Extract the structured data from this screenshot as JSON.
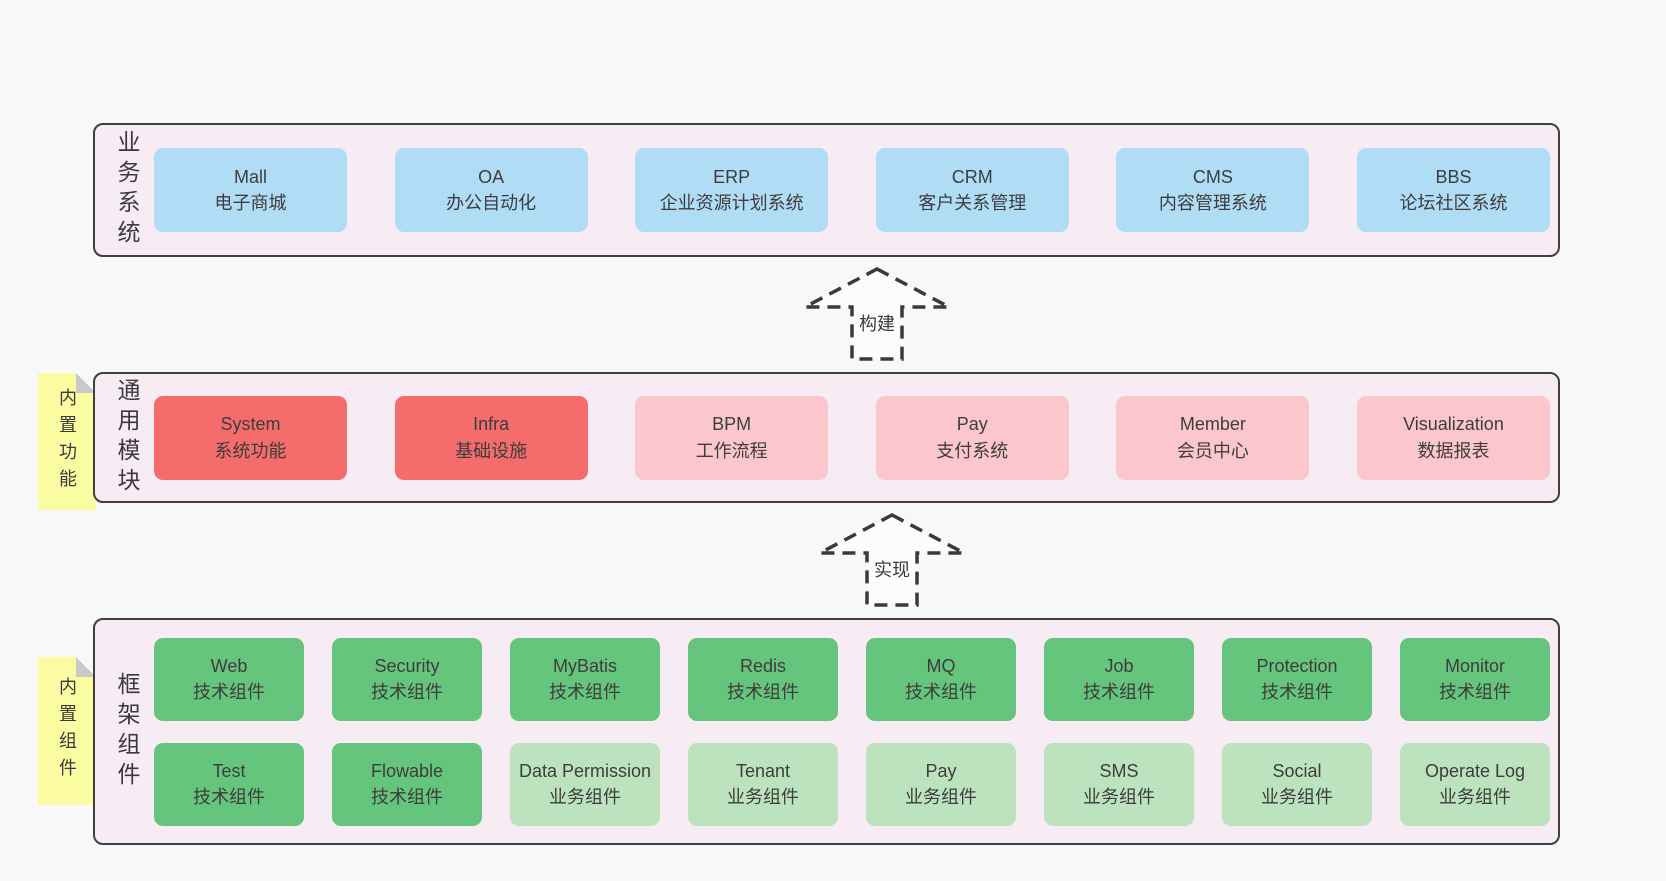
{
  "colors": {
    "page_bg": "#f8f8f8",
    "band_bg": "#f8ecf4",
    "band_border": "#3f3f3f",
    "blue": "#b0dcf6",
    "red": "#f56c6c",
    "pink": "#fcc6cd",
    "green": "#66c57d",
    "light_green": "#bce3bd",
    "note_bg": "#fbfba2",
    "note_fold": "#c9c9c9",
    "text": "#3d3d3d",
    "arrow_stroke": "#3a3a3a",
    "arrow_fill": "#fcfcfc"
  },
  "arrows": [
    {
      "label": "构建"
    },
    {
      "label": "实现"
    }
  ],
  "bands": [
    {
      "label": "业务系统",
      "note": "",
      "rows": [
        [
          {
            "en": "Mall",
            "zh": "电子商城",
            "color": "blue"
          },
          {
            "en": "OA",
            "zh": "办公自动化",
            "color": "blue"
          },
          {
            "en": "ERP",
            "zh": "企业资源计划系统",
            "color": "blue"
          },
          {
            "en": "CRM",
            "zh": "客户关系管理",
            "color": "blue"
          },
          {
            "en": "CMS",
            "zh": "内容管理系统",
            "color": "blue"
          },
          {
            "en": "BBS",
            "zh": "论坛社区系统",
            "color": "blue"
          }
        ]
      ]
    },
    {
      "label": "通用模块",
      "note": "内置功能",
      "rows": [
        [
          {
            "en": "System",
            "zh": "系统功能",
            "color": "red"
          },
          {
            "en": "Infra",
            "zh": "基础设施",
            "color": "red"
          },
          {
            "en": "BPM",
            "zh": "工作流程",
            "color": "pink"
          },
          {
            "en": "Pay",
            "zh": "支付系统",
            "color": "pink"
          },
          {
            "en": "Member",
            "zh": "会员中心",
            "color": "pink"
          },
          {
            "en": "Visualization",
            "zh": "数据报表",
            "color": "pink"
          }
        ]
      ]
    },
    {
      "label": "框架组件",
      "note": "内置组件",
      "rows": [
        [
          {
            "en": "Web",
            "zh": "技术组件",
            "color": "green"
          },
          {
            "en": "Security",
            "zh": "技术组件",
            "color": "green"
          },
          {
            "en": "MyBatis",
            "zh": "技术组件",
            "color": "green"
          },
          {
            "en": "Redis",
            "zh": "技术组件",
            "color": "green"
          },
          {
            "en": "MQ",
            "zh": "技术组件",
            "color": "green"
          },
          {
            "en": "Job",
            "zh": "技术组件",
            "color": "green"
          },
          {
            "en": "Protection",
            "zh": "技术组件",
            "color": "green"
          },
          {
            "en": "Monitor",
            "zh": "技术组件",
            "color": "green"
          }
        ],
        [
          {
            "en": "Test",
            "zh": "技术组件",
            "color": "green"
          },
          {
            "en": "Flowable",
            "zh": "技术组件",
            "color": "green"
          },
          {
            "en": "Data Permission",
            "zh": "业务组件",
            "color": "light_green"
          },
          {
            "en": "Tenant",
            "zh": "业务组件",
            "color": "light_green"
          },
          {
            "en": "Pay",
            "zh": "业务组件",
            "color": "light_green"
          },
          {
            "en": "SMS",
            "zh": "业务组件",
            "color": "light_green"
          },
          {
            "en": "Social",
            "zh": "业务组件",
            "color": "light_green"
          },
          {
            "en": "Operate Log",
            "zh": "业务组件",
            "color": "light_green"
          }
        ]
      ]
    }
  ]
}
